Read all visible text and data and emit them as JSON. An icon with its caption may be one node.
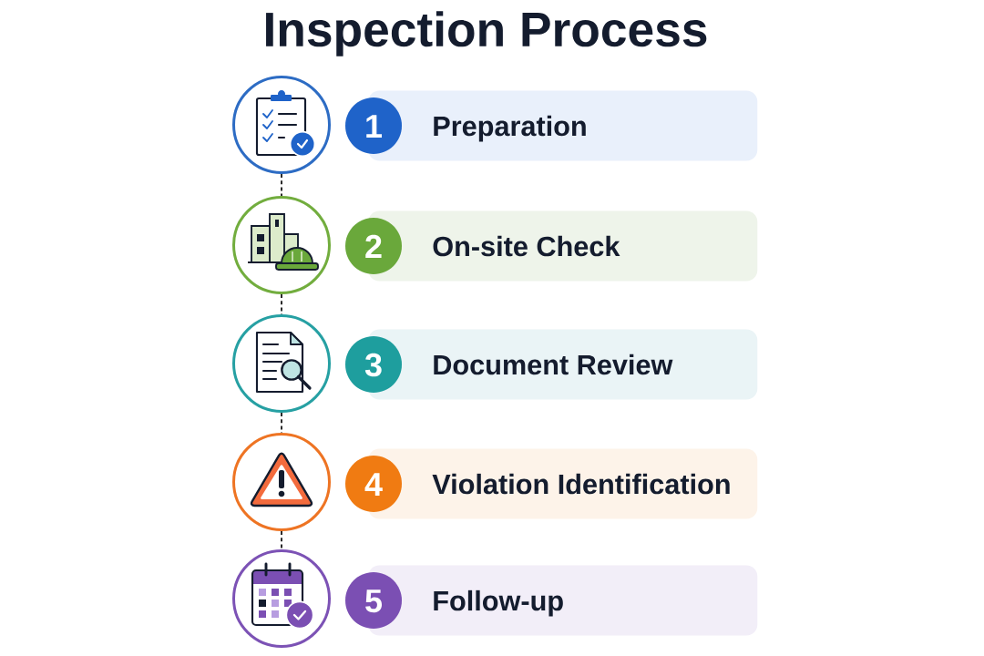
{
  "diagram": {
    "title": "Inspection Process",
    "nodes": [
      {
        "text": [],
        "shape": "circle"
      },
      {
        "text": [
          "1"
        ]
      },
      {
        "text": [
          "Preparation"
        ]
      },
      {
        "text": [],
        "shape": "circle"
      },
      {
        "text": [
          "2"
        ]
      },
      {
        "text": [
          "On-site Check"
        ]
      },
      {
        "text": [],
        "shape": "circle"
      },
      {
        "text": [
          "3"
        ]
      },
      {
        "text": [
          "Document Review"
        ]
      },
      {
        "text": [],
        "shape": "circle"
      },
      {
        "text": [
          "4"
        ]
      },
      {
        "text": [
          "Violation Identification"
        ]
      },
      {
        "text": [],
        "shape": "circle"
      },
      {
        "text": [
          "5"
        ]
      },
      {
        "text": [
          "Follow-up"
        ]
      }
    ],
    "edges": [
      {
        "from": 0,
        "to": 3,
        "arrow": "none",
        "style": "dashed"
      },
      {
        "from": 3,
        "to": 6,
        "arrow": "none",
        "style": "dashed"
      },
      {
        "from": 6,
        "to": 9,
        "arrow": "none",
        "style": "dashed"
      },
      {
        "from": 9,
        "to": 12,
        "arrow": "none",
        "style": "dashed"
      }
    ]
  }
}
